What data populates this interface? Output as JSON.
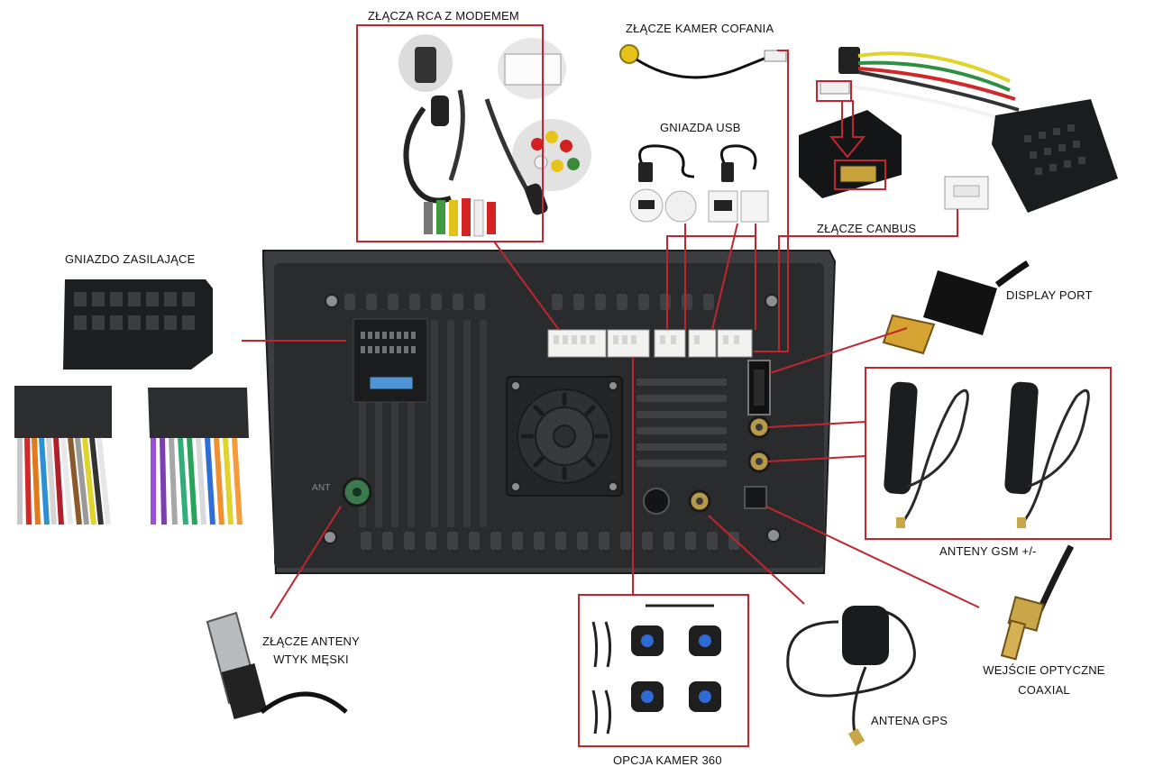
{
  "labels": {
    "rca": "ZŁĄCZA RCA Z MODEMEM",
    "rear_camera": "ZŁĄCZE KAMER COFANIA",
    "usb": "GNIAZDA USB",
    "canbus": "ZŁĄCZE CANBUS",
    "power": "GNIAZDO ZASILAJĄCE",
    "display_port": "DISPLAY PORT",
    "gsm": "ANTENY GSM +/-",
    "antenna_line1": "ZŁĄCZE ANTENY",
    "antenna_line2": "WTYK MĘSKI",
    "camera360": "OPCJA KAMER 360",
    "gps": "ANTENA GPS",
    "optical_line1": "WEJŚCIE OPTYCZNE",
    "optical_line2": "COAXIAL",
    "ant_port": "ANT"
  },
  "colors": {
    "callout": "#c0262d",
    "unit_body": "#2a2b2d",
    "unit_frame": "#4a4c4f",
    "connector_white": "#f2f2f0"
  }
}
